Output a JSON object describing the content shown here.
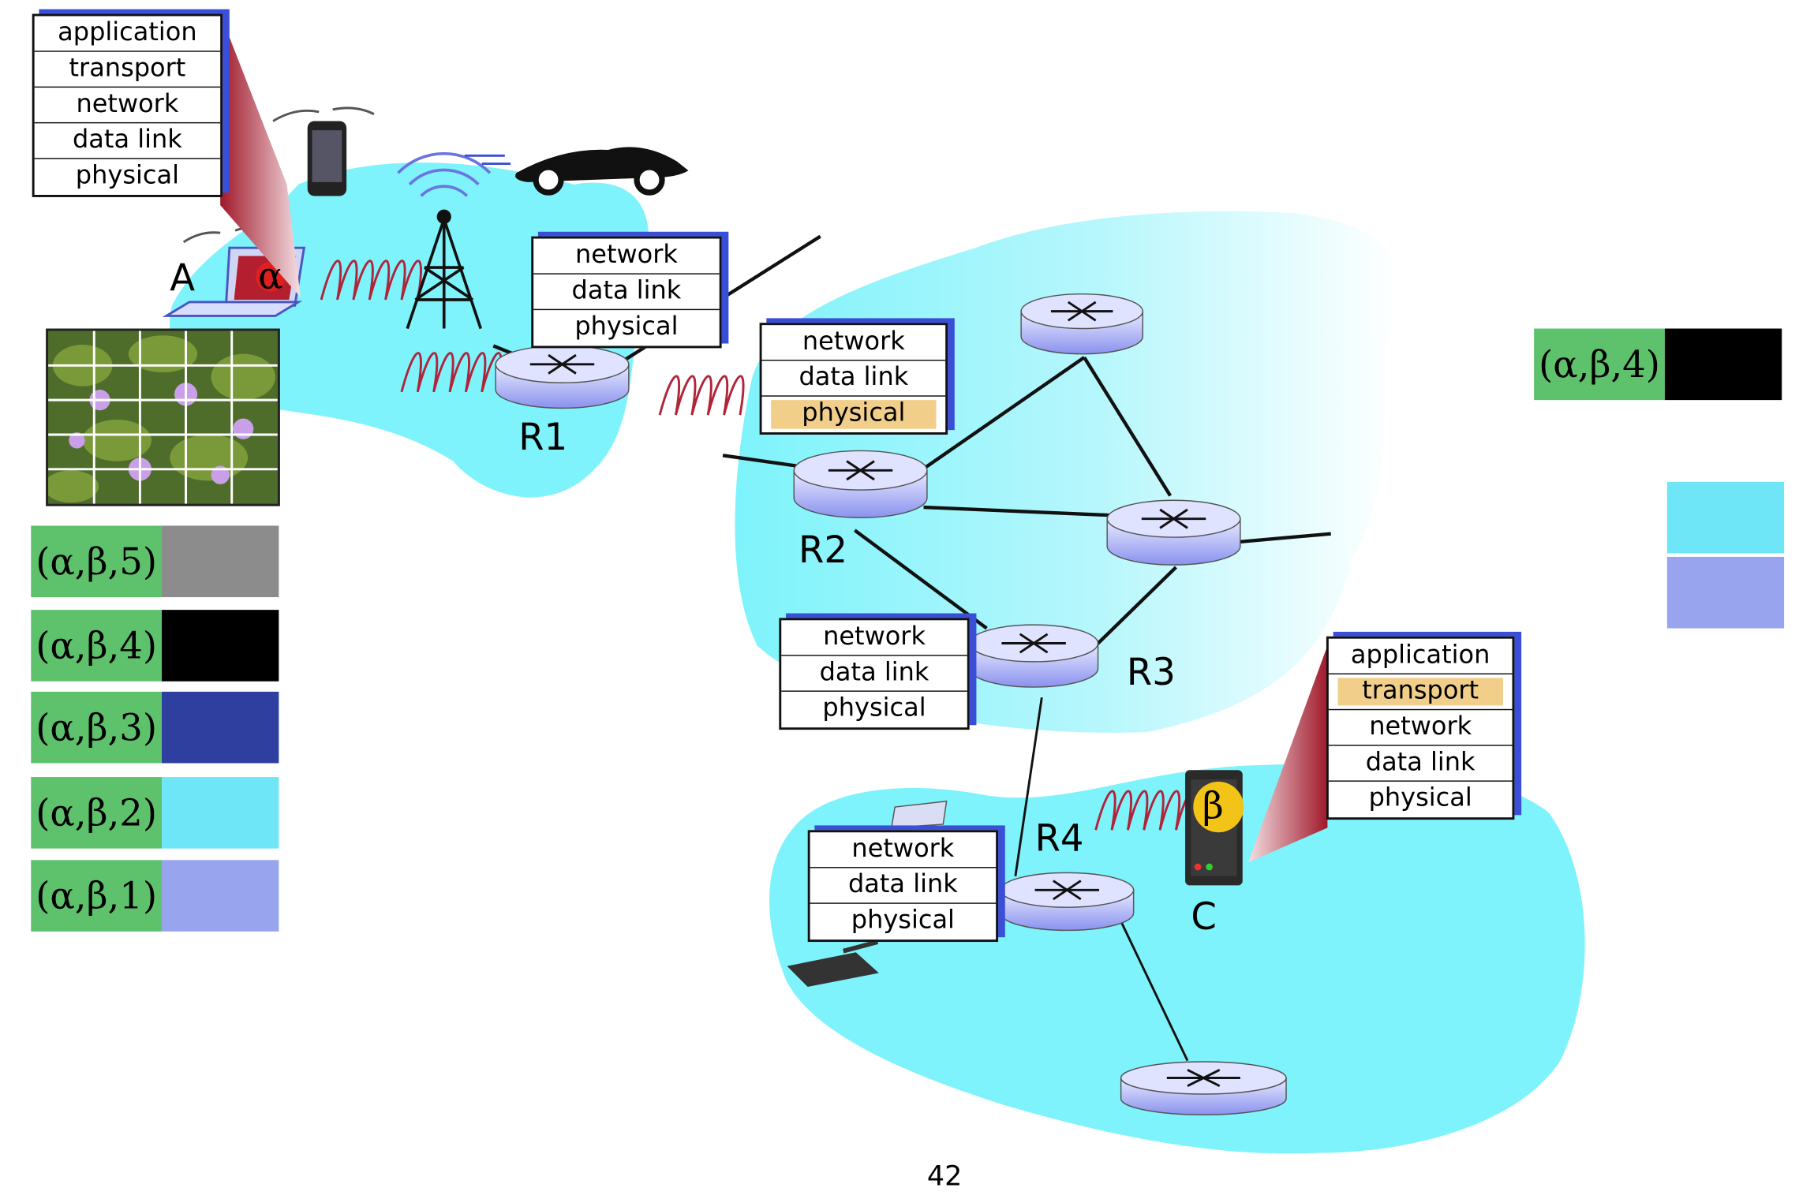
{
  "host_stack_A": [
    "application",
    "transport",
    "network",
    "data link",
    "physical"
  ],
  "router_stack_R1": [
    "network",
    "data link",
    "physical"
  ],
  "router_stack_R2": {
    "rows": [
      "network",
      "data link",
      "physical"
    ],
    "highlight": "physical"
  },
  "router_stack_R3": [
    "network",
    "data link",
    "physical"
  ],
  "router_stack_R4": [
    "network",
    "data link",
    "physical"
  ],
  "host_stack_C": {
    "rows": [
      "application",
      "transport",
      "network",
      "data link",
      "physical"
    ],
    "highlight": "transport"
  },
  "labels": {
    "A": "A",
    "alpha": "α",
    "beta": "β",
    "C": "C",
    "R1": "R1",
    "R2": "R2",
    "R3": "R3",
    "R4": "R4"
  },
  "tuples": [
    {
      "text": "(α,β,5)",
      "color": "#8c8c8c"
    },
    {
      "text": "(α,β,4)",
      "color": "#000000"
    },
    {
      "text": "(α,β,3)",
      "color": "#2e3fa0"
    },
    {
      "text": "(α,β,2)",
      "color": "#6fe6f7"
    },
    {
      "text": "(α,β,1)",
      "color": "#98a4ee"
    }
  ],
  "current_tuple": {
    "text": "(α,β,4)",
    "color": "#000000"
  },
  "right_swatches": [
    "#6fe6f7",
    "#98a4ee"
  ],
  "page_number": "42",
  "colors": {
    "network_cloud": "#7ef3fb",
    "stack_shadow": "#3a4fd8",
    "highlight": "#f1cf8b",
    "tuple_tag": "#5ec26c",
    "signal": "#b0243a"
  }
}
